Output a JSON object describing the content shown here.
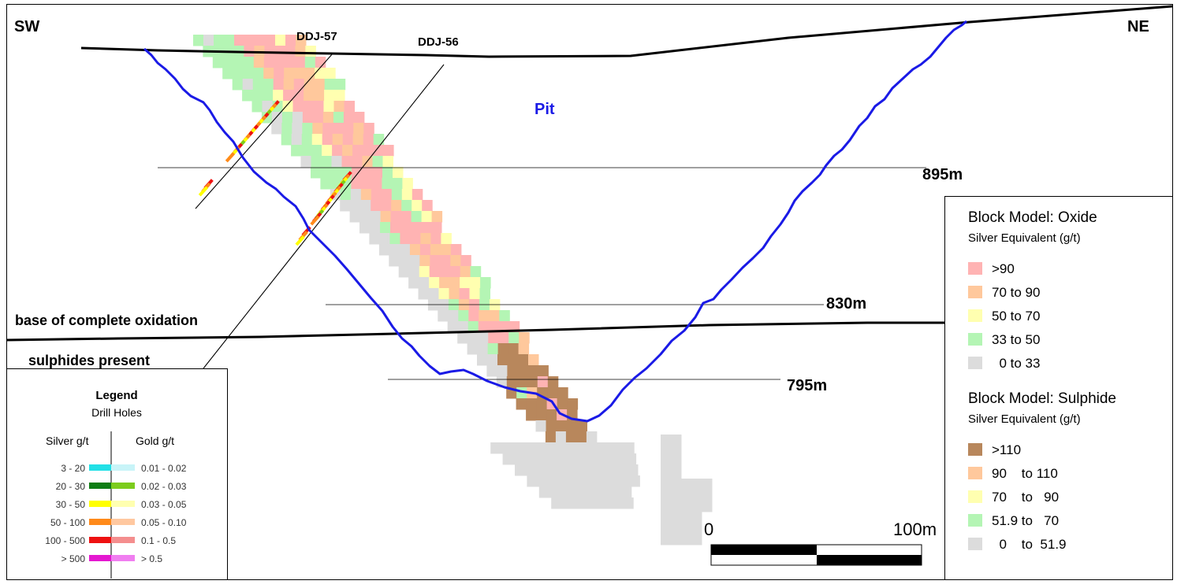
{
  "labels": {
    "sw": "SW",
    "ne": "NE",
    "pit": "Pit",
    "hole_a": "DDJ-57",
    "hole_b": "DDJ-56",
    "elev_895": "895m",
    "elev_830": "830m",
    "elev_795": "795m",
    "oxidation": "base of complete oxidation",
    "sulphides": "sulphides present"
  },
  "scale_bar": {
    "start": "0",
    "end": "100m"
  },
  "drill_legend": {
    "title": "Legend",
    "subtitle": "Drill Holes",
    "silver_header": "Silver g/t",
    "gold_header": "Gold g/t",
    "rows": [
      {
        "silver": "3 - 20",
        "gold": "0.01 - 0.02",
        "silver_color": "#22e0e6",
        "gold_color": "#c8f4f8"
      },
      {
        "silver": "20 - 30",
        "gold": "0.02 - 0.03",
        "silver_color": "#0d7d14",
        "gold_color": "#7ccc1c"
      },
      {
        "silver": "30 - 50",
        "gold": "0.03 - 0.05",
        "silver_color": "#ffff00",
        "gold_color": "#ffffb0"
      },
      {
        "silver": "50 - 100",
        "gold": "0.05 - 0.10",
        "silver_color": "#ff8a1a",
        "gold_color": "#ffc8a0"
      },
      {
        "silver": "100 - 500",
        "gold": "0.1 - 0.5",
        "silver_color": "#ee1111",
        "gold_color": "#f48e8e"
      },
      {
        "silver": "> 500",
        "gold": "> 0.5",
        "silver_color": "#e418d0",
        "gold_color": "#f07ef0"
      }
    ]
  },
  "block_legend": {
    "oxide_title": "Block Model: Oxide",
    "oxide_subtitle": "Silver Equivalent (g/t)",
    "oxide_items": [
      {
        "label": ">90",
        "color": "#ffb3b3"
      },
      {
        "label": "70 to 90",
        "color": "#ffc89c"
      },
      {
        "label": "50 to 70",
        "color": "#ffffb0"
      },
      {
        "label": "33 to 50",
        "color": "#b4f5b4"
      },
      {
        "label": "  0 to 33",
        "color": "#dcdcdc"
      }
    ],
    "sulphide_title": "Block Model: Sulphide",
    "sulphide_subtitle": "Silver Equivalent (g/t)",
    "sulphide_items": [
      {
        "label": ">110",
        "color": "#b8875c"
      },
      {
        "label": "90    to 110",
        "color": "#ffc89c"
      },
      {
        "label": "70    to   90",
        "color": "#ffffb0"
      },
      {
        "label": "51.9 to   70",
        "color": "#b4f5b4"
      },
      {
        "label": "  0    to  51.9",
        "color": "#dcdcdc"
      }
    ]
  },
  "colors": {
    "pit": "#1a1ae6",
    "topo": "#000000"
  }
}
